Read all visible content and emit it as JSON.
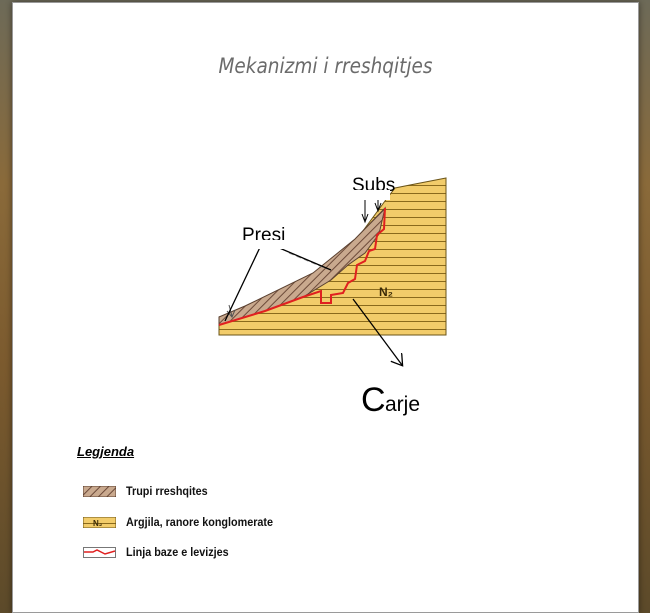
{
  "title": "Mekanizmi i rreshqitjes",
  "diagram": {
    "label_subs": "Subs",
    "label_presi": "Presi",
    "label_carje_cap": "C",
    "label_carje_rest": "arje",
    "label_formation": "N₂"
  },
  "legend": {
    "title": "Legjenda",
    "items": [
      {
        "swatch_label": "",
        "label": "Trupi rreshqites"
      },
      {
        "swatch_label": "N₂",
        "label": "Argjila, ranore konglomerate"
      },
      {
        "swatch_label": "",
        "label": "Linja baze e levizjes"
      }
    ]
  },
  "colors": {
    "rock": "#f2cc6a",
    "rock_line": "#8a6a1c",
    "slide_body": "#c9a98e",
    "slide_hatch": "#6d4b3a",
    "failure_line": "#e02020"
  }
}
